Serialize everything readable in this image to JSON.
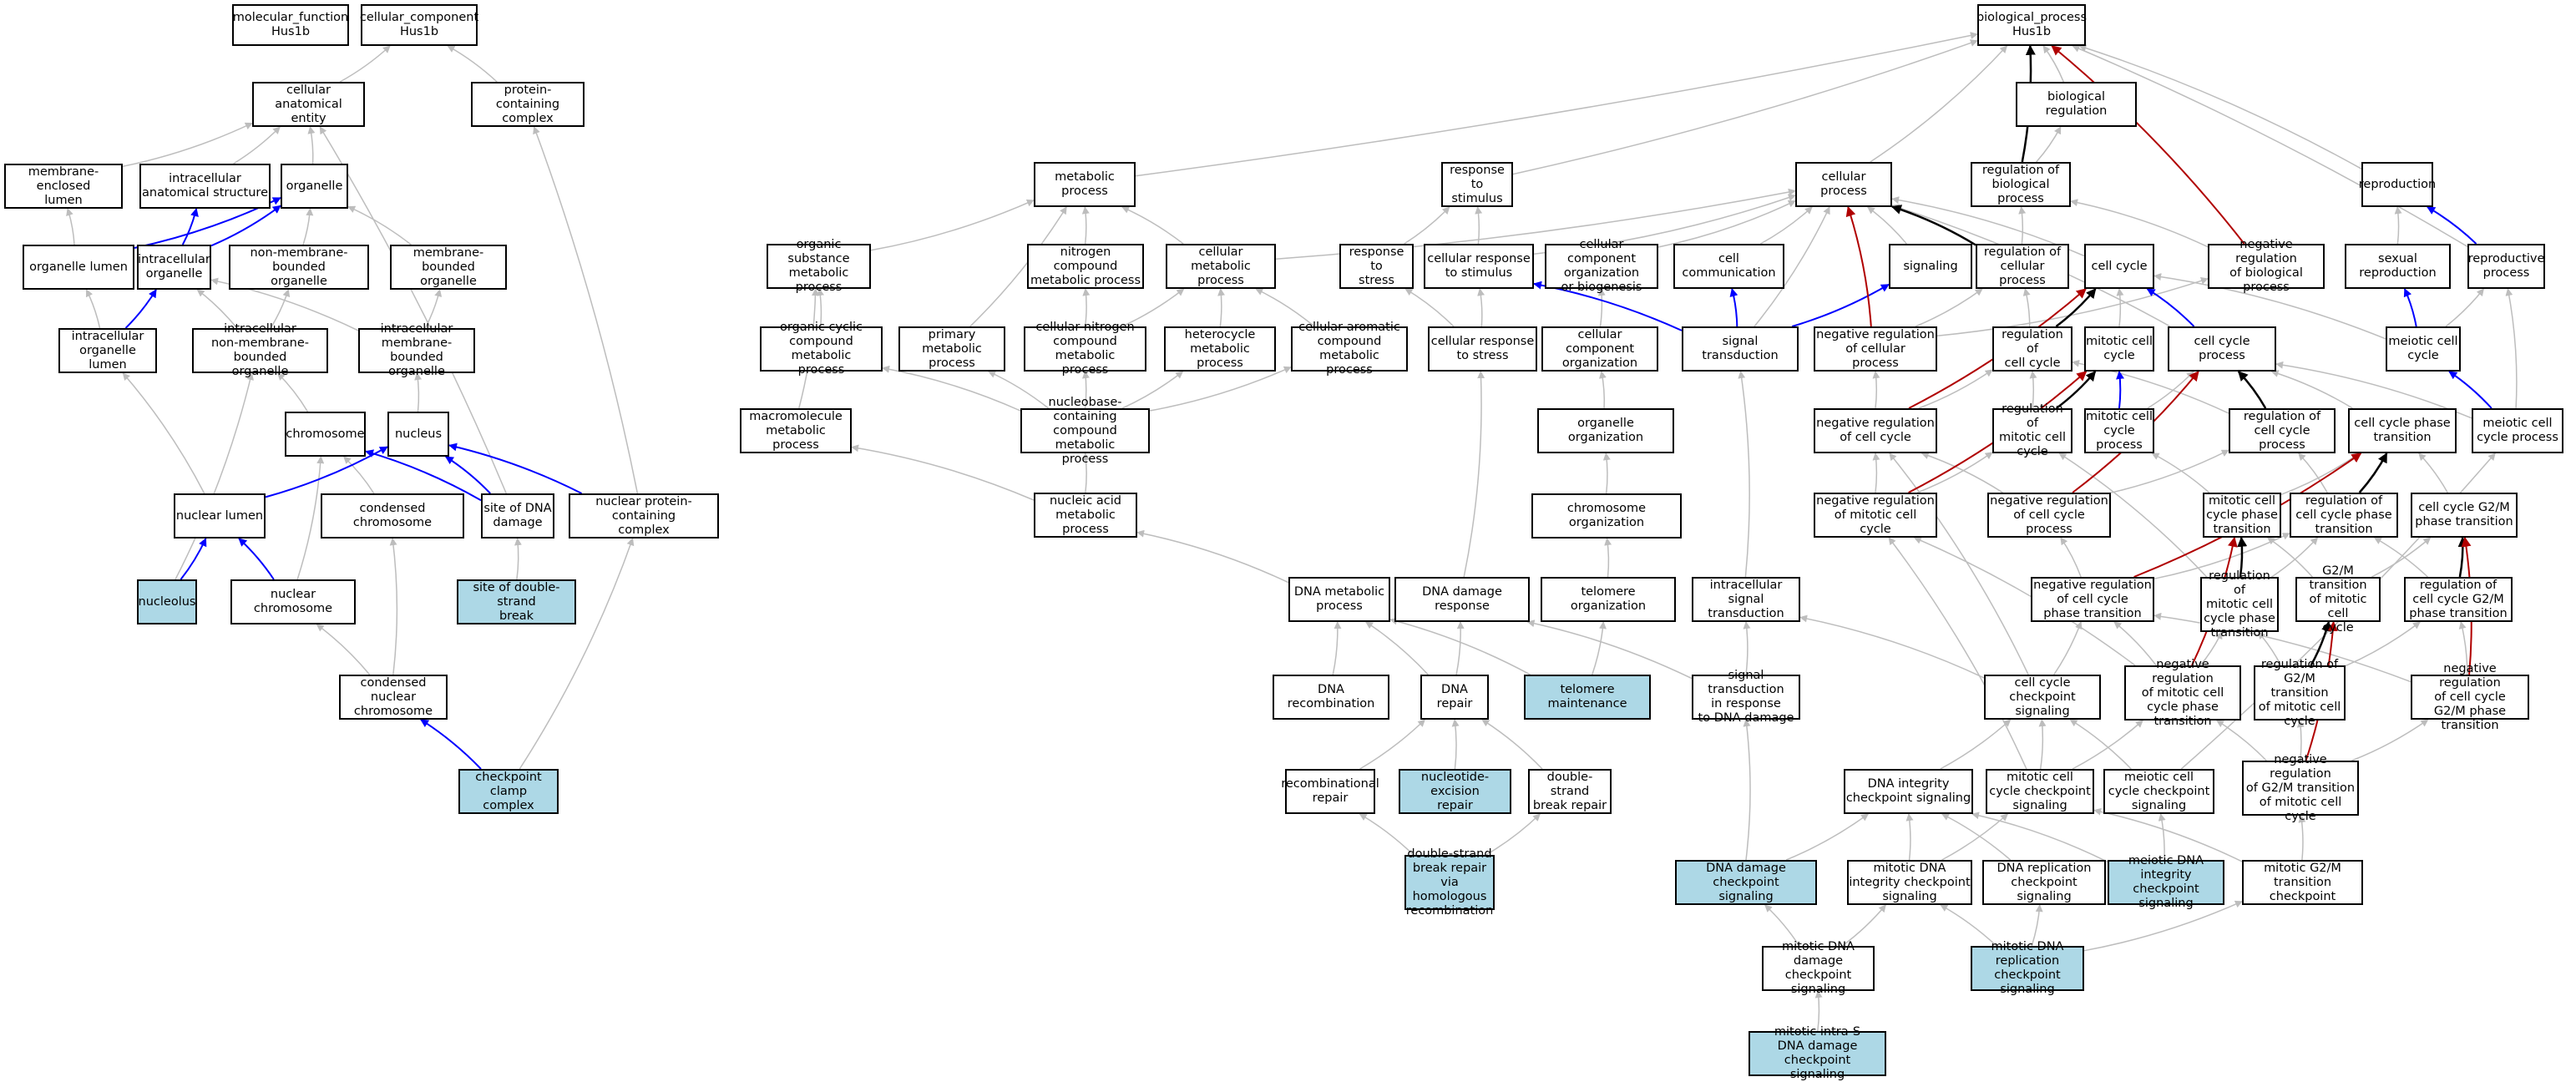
{
  "colors": {
    "plain": "#bdbdbd",
    "is_a": "#bdbdbd",
    "part_of": "#0000ff",
    "regulates": "#000000",
    "negatively_regulates": "#b00000",
    "highlight": "#add8e6"
  },
  "nodes": [
    {
      "id": "mf",
      "label": "molecular_function\nHus1b"
    },
    {
      "id": "cc",
      "label": "cellular_component\nHus1b"
    },
    {
      "id": "bp",
      "label": "biological_process\nHus1b"
    },
    {
      "id": "cae",
      "label": "cellular anatomical\nentity"
    },
    {
      "id": "pcc",
      "label": "protein-containing\ncomplex"
    },
    {
      "id": "mel",
      "label": "membrane-enclosed\nlumen"
    },
    {
      "id": "ias",
      "label": "intracellular\nanatomical structure"
    },
    {
      "id": "org",
      "label": "organelle"
    },
    {
      "id": "ol",
      "label": "organelle lumen"
    },
    {
      "id": "io",
      "label": "intracellular\norganelle"
    },
    {
      "id": "nmbo",
      "label": "non-membrane-bounded\norganelle"
    },
    {
      "id": "mbo",
      "label": "membrane-bounded\norganelle"
    },
    {
      "id": "iol",
      "label": "intracellular\norganelle lumen"
    },
    {
      "id": "inmbo",
      "label": "intracellular\nnon-membrane-bounded\norganelle"
    },
    {
      "id": "imbo",
      "label": "intracellular\nmembrane-bounded\norganelle"
    },
    {
      "id": "chr",
      "label": "chromosome"
    },
    {
      "id": "nuc",
      "label": "nucleus"
    },
    {
      "id": "nl",
      "label": "nuclear lumen"
    },
    {
      "id": "cchr",
      "label": "condensed chromosome"
    },
    {
      "id": "sdd",
      "label": "site of DNA\ndamage"
    },
    {
      "id": "npcc",
      "label": "nuclear protein-containing\ncomplex"
    },
    {
      "id": "nucl",
      "label": "nucleolus",
      "hl": true
    },
    {
      "id": "nchr",
      "label": "nuclear chromosome"
    },
    {
      "id": "sdsb",
      "label": "site of double-strand\nbreak",
      "hl": true
    },
    {
      "id": "cnchr",
      "label": "condensed nuclear\nchromosome"
    },
    {
      "id": "ccc",
      "label": "checkpoint clamp\ncomplex",
      "hl": true
    },
    {
      "id": "mp",
      "label": "metabolic process"
    },
    {
      "id": "osmp",
      "label": "organic substance\nmetabolic process"
    },
    {
      "id": "ncmp",
      "label": "nitrogen compound\nmetabolic process"
    },
    {
      "id": "cmp",
      "label": "cellular metabolic\nprocess"
    },
    {
      "id": "occmp",
      "label": "organic cyclic\ncompound metabolic\nprocess"
    },
    {
      "id": "pmp",
      "label": "primary metabolic\nprocess"
    },
    {
      "id": "cncmp",
      "label": "cellular nitrogen\ncompound metabolic\nprocess"
    },
    {
      "id": "hmp",
      "label": "heterocycle\nmetabolic process"
    },
    {
      "id": "cacmp",
      "label": "cellular aromatic\ncompound metabolic\nprocess"
    },
    {
      "id": "mmp",
      "label": "macromolecule\nmetabolic process"
    },
    {
      "id": "nbcmp",
      "label": "nucleobase-containing\ncompound metabolic\nprocess"
    },
    {
      "id": "namp",
      "label": "nucleic acid\nmetabolic process"
    },
    {
      "id": "dmp",
      "label": "DNA metabolic\nprocess"
    },
    {
      "id": "drec",
      "label": "DNA recombination"
    },
    {
      "id": "drep",
      "label": "DNA repair"
    },
    {
      "id": "rr",
      "label": "recombinational\nrepair"
    },
    {
      "id": "ner",
      "label": "nucleotide-excision\nrepair",
      "hl": true
    },
    {
      "id": "dsbr",
      "label": "double-strand\nbreak repair"
    },
    {
      "id": "dsbrhr",
      "label": "double-strand\nbreak repair\nvia homologous\nrecombination",
      "hl": true
    },
    {
      "id": "rts",
      "label": "response to\nstimulus"
    },
    {
      "id": "rtstr",
      "label": "response to\nstress"
    },
    {
      "id": "crts",
      "label": "cellular response\nto stimulus"
    },
    {
      "id": "crtstr",
      "label": "cellular response\nto stress"
    },
    {
      "id": "ddr",
      "label": "DNA damage response"
    },
    {
      "id": "cp",
      "label": "cellular process"
    },
    {
      "id": "ccob",
      "label": "cellular component\norganization\nor biogenesis"
    },
    {
      "id": "cco",
      "label": "cellular component\norganization"
    },
    {
      "id": "oo",
      "label": "organelle organization"
    },
    {
      "id": "co",
      "label": "chromosome organization"
    },
    {
      "id": "to",
      "label": "telomere organization"
    },
    {
      "id": "tm",
      "label": "telomere maintenance",
      "hl": true
    },
    {
      "id": "ccom",
      "label": "cell communication"
    },
    {
      "id": "st",
      "label": "signal transduction"
    },
    {
      "id": "ist",
      "label": "intracellular\nsignal transduction"
    },
    {
      "id": "stdd",
      "label": "signal transduction\nin response\nto DNA damage"
    },
    {
      "id": "ddcs",
      "label": "DNA damage checkpoint\nsignaling",
      "hl": true
    },
    {
      "id": "br",
      "label": "biological regulation"
    },
    {
      "id": "rbp",
      "label": "regulation of\nbiological process"
    },
    {
      "id": "sig",
      "label": "signaling"
    },
    {
      "id": "rcp",
      "label": "regulation of\ncellular process"
    },
    {
      "id": "nrcp",
      "label": "negative regulation\nof cellular\nprocess"
    },
    {
      "id": "nrbp",
      "label": "negative regulation\nof biological\nprocess"
    },
    {
      "id": "cyc",
      "label": "cell cycle"
    },
    {
      "id": "rcc",
      "label": "regulation of\ncell cycle"
    },
    {
      "id": "mcc",
      "label": "mitotic cell\ncycle"
    },
    {
      "id": "ccp",
      "label": "cell cycle process"
    },
    {
      "id": "nrcc",
      "label": "negative regulation\nof cell cycle"
    },
    {
      "id": "rmcc",
      "label": "regulation of\nmitotic cell\ncycle"
    },
    {
      "id": "mccp",
      "label": "mitotic cell\ncycle process"
    },
    {
      "id": "rccp",
      "label": "regulation of\ncell cycle process"
    },
    {
      "id": "ccpt",
      "label": "cell cycle phase\ntransition"
    },
    {
      "id": "nrmcc",
      "label": "negative regulation\nof mitotic cell\ncycle"
    },
    {
      "id": "nrccp",
      "label": "negative regulation\nof cell cycle\nprocess"
    },
    {
      "id": "mccpt",
      "label": "mitotic cell\ncycle phase\ntransition"
    },
    {
      "id": "rccpt",
      "label": "regulation of\ncell cycle phase\ntransition"
    },
    {
      "id": "ccg2m",
      "label": "cell cycle G2/M\nphase transition"
    },
    {
      "id": "nrccpt",
      "label": "negative regulation\nof cell cycle\nphase transition"
    },
    {
      "id": "rmccpt",
      "label": "regulation of\nmitotic cell\ncycle phase\ntransition"
    },
    {
      "id": "g2mmcc",
      "label": "G2/M transition\nof mitotic cell\ncycle"
    },
    {
      "id": "rccg2m",
      "label": "regulation of\ncell cycle G2/M\nphase transition"
    },
    {
      "id": "cccs",
      "label": "cell cycle checkpoint\nsignaling"
    },
    {
      "id": "nrmccpt",
      "label": "negative regulation\nof mitotic cell\ncycle phase\ntransition"
    },
    {
      "id": "rg2m",
      "label": "regulation of\nG2/M transition\nof mitotic cell\ncycle"
    },
    {
      "id": "nrccg2m",
      "label": "negative regulation\nof cell cycle\nG2/M phase transition"
    },
    {
      "id": "dics",
      "label": "DNA integrity\ncheckpoint signaling"
    },
    {
      "id": "mcccs",
      "label": "mitotic cell\ncycle checkpoint\nsignaling"
    },
    {
      "id": "meiccs",
      "label": "meiotic cell\ncycle checkpoint\nsignaling"
    },
    {
      "id": "nrg2m",
      "label": "negative regulation\nof G2/M transition\nof mitotic cell\ncycle"
    },
    {
      "id": "mdics",
      "label": "mitotic DNA\nintegrity checkpoint\nsignaling"
    },
    {
      "id": "drcs",
      "label": "DNA replication\ncheckpoint signaling"
    },
    {
      "id": "meidics",
      "label": "meiotic DNA\nintegrity checkpoint\nsignaling",
      "hl": true
    },
    {
      "id": "mg2mc",
      "label": "mitotic G2/M\ntransition checkpoint"
    },
    {
      "id": "mddcs",
      "label": "mitotic DNA\ndamage checkpoint\nsignaling"
    },
    {
      "id": "mdrcs",
      "label": "mitotic DNA\nreplication\ncheckpoint signaling",
      "hl": true
    },
    {
      "id": "mis",
      "label": "mitotic intra-S\nDNA damage checkpoint\nsignaling",
      "hl": true
    },
    {
      "id": "repr",
      "label": "reproduction"
    },
    {
      "id": "sr",
      "label": "sexual reproduction"
    },
    {
      "id": "rp",
      "label": "reproductive\nprocess"
    },
    {
      "id": "meicc",
      "label": "meiotic cell\ncycle"
    },
    {
      "id": "meiccp",
      "label": "meiotic cell\ncycle process"
    }
  ],
  "edges": [
    [
      "cae",
      "cc",
      "g"
    ],
    [
      "pcc",
      "cc",
      "g"
    ],
    [
      "mel",
      "cae",
      "g"
    ],
    [
      "ias",
      "cae",
      "g"
    ],
    [
      "org",
      "cae",
      "g"
    ],
    [
      "ol",
      "mel",
      "g"
    ],
    [
      "ol",
      "org",
      "b"
    ],
    [
      "io",
      "ias",
      "b"
    ],
    [
      "io",
      "org",
      "b"
    ],
    [
      "nmbo",
      "org",
      "g"
    ],
    [
      "mbo",
      "org",
      "g"
    ],
    [
      "iol",
      "ol",
      "g"
    ],
    [
      "iol",
      "io",
      "b"
    ],
    [
      "inmbo",
      "io",
      "g"
    ],
    [
      "inmbo",
      "nmbo",
      "g"
    ],
    [
      "imbo",
      "io",
      "g"
    ],
    [
      "imbo",
      "mbo",
      "g"
    ],
    [
      "chr",
      "inmbo",
      "g"
    ],
    [
      "nuc",
      "imbo",
      "g"
    ],
    [
      "nl",
      "iol",
      "g"
    ],
    [
      "nl",
      "nuc",
      "b"
    ],
    [
      "sdd",
      "chr",
      "b"
    ],
    [
      "sdd",
      "nuc",
      "b"
    ],
    [
      "sdd",
      "cae",
      "g"
    ],
    [
      "npcc",
      "nuc",
      "b"
    ],
    [
      "npcc",
      "pcc",
      "g"
    ],
    [
      "cchr",
      "chr",
      "g"
    ],
    [
      "nucl",
      "inmbo",
      "g"
    ],
    [
      "nucl",
      "nl",
      "b"
    ],
    [
      "nchr",
      "chr",
      "g"
    ],
    [
      "nchr",
      "nl",
      "b"
    ],
    [
      "sdsb",
      "sdd",
      "g"
    ],
    [
      "cnchr",
      "cchr",
      "g"
    ],
    [
      "cnchr",
      "nchr",
      "g"
    ],
    [
      "ccc",
      "cnchr",
      "b"
    ],
    [
      "ccc",
      "npcc",
      "g"
    ],
    [
      "mp",
      "bp",
      "g"
    ],
    [
      "osmp",
      "mp",
      "g"
    ],
    [
      "ncmp",
      "mp",
      "g"
    ],
    [
      "cmp",
      "mp",
      "g"
    ],
    [
      "cmp",
      "cp",
      "g"
    ],
    [
      "occmp",
      "osmp",
      "g"
    ],
    [
      "pmp",
      "mp",
      "g"
    ],
    [
      "cncmp",
      "ncmp",
      "g"
    ],
    [
      "cncmp",
      "cmp",
      "g"
    ],
    [
      "hmp",
      "cmp",
      "g"
    ],
    [
      "cacmp",
      "cmp",
      "g"
    ],
    [
      "mmp",
      "osmp",
      "g"
    ],
    [
      "nbcmp",
      "occmp",
      "g"
    ],
    [
      "nbcmp",
      "pmp",
      "g"
    ],
    [
      "nbcmp",
      "cncmp",
      "g"
    ],
    [
      "nbcmp",
      "hmp",
      "g"
    ],
    [
      "nbcmp",
      "cacmp",
      "g"
    ],
    [
      "namp",
      "mmp",
      "g"
    ],
    [
      "namp",
      "nbcmp",
      "g"
    ],
    [
      "dmp",
      "namp",
      "g"
    ],
    [
      "drec",
      "dmp",
      "g"
    ],
    [
      "drep",
      "dmp",
      "g"
    ],
    [
      "drep",
      "ddr",
      "g"
    ],
    [
      "rr",
      "drep",
      "g"
    ],
    [
      "ner",
      "drep",
      "g"
    ],
    [
      "dsbr",
      "drep",
      "g"
    ],
    [
      "dsbrhr",
      "rr",
      "g"
    ],
    [
      "dsbrhr",
      "dsbr",
      "g"
    ],
    [
      "rts",
      "bp",
      "g"
    ],
    [
      "rtstr",
      "rts",
      "g"
    ],
    [
      "crts",
      "rts",
      "g"
    ],
    [
      "crts",
      "cp",
      "g"
    ],
    [
      "crtstr",
      "rtstr",
      "g"
    ],
    [
      "crtstr",
      "crts",
      "g"
    ],
    [
      "ddr",
      "crtstr",
      "g"
    ],
    [
      "cp",
      "bp",
      "g"
    ],
    [
      "ccob",
      "cp",
      "g"
    ],
    [
      "cco",
      "ccob",
      "g"
    ],
    [
      "oo",
      "cco",
      "g"
    ],
    [
      "co",
      "oo",
      "g"
    ],
    [
      "to",
      "co",
      "g"
    ],
    [
      "tm",
      "to",
      "g"
    ],
    [
      "tm",
      "dmp",
      "g"
    ],
    [
      "ccom",
      "cp",
      "g"
    ],
    [
      "st",
      "ccom",
      "b"
    ],
    [
      "st",
      "crts",
      "b"
    ],
    [
      "st",
      "sig",
      "b"
    ],
    [
      "st",
      "cp",
      "g"
    ],
    [
      "ist",
      "st",
      "g"
    ],
    [
      "stdd",
      "ist",
      "g"
    ],
    [
      "stdd",
      "ddr",
      "g"
    ],
    [
      "ddcs",
      "stdd",
      "g"
    ],
    [
      "ddcs",
      "dics",
      "g"
    ],
    [
      "br",
      "bp",
      "g"
    ],
    [
      "rbp",
      "br",
      "g"
    ],
    [
      "rbp",
      "bp",
      "k"
    ],
    [
      "sig",
      "cp",
      "g"
    ],
    [
      "rcp",
      "rbp",
      "g"
    ],
    [
      "rcp",
      "cp",
      "k"
    ],
    [
      "nrcp",
      "rcp",
      "g"
    ],
    [
      "nrcp",
      "nrbp",
      "g"
    ],
    [
      "nrcp",
      "cp",
      "r"
    ],
    [
      "nrbp",
      "rbp",
      "g"
    ],
    [
      "nrbp",
      "bp",
      "r"
    ],
    [
      "cyc",
      "cp",
      "g"
    ],
    [
      "rcc",
      "rcp",
      "g"
    ],
    [
      "rcc",
      "cyc",
      "k"
    ],
    [
      "mcc",
      "cyc",
      "g"
    ],
    [
      "ccp",
      "cp",
      "g"
    ],
    [
      "ccp",
      "cyc",
      "b"
    ],
    [
      "nrcc",
      "rcc",
      "g"
    ],
    [
      "nrcc",
      "nrcp",
      "g"
    ],
    [
      "nrcc",
      "cyc",
      "r"
    ],
    [
      "rmcc",
      "rcc",
      "g"
    ],
    [
      "rmcc",
      "mcc",
      "k"
    ],
    [
      "mccp",
      "mcc",
      "b"
    ],
    [
      "mccp",
      "ccp",
      "g"
    ],
    [
      "rccp",
      "rcc",
      "g"
    ],
    [
      "rccp",
      "ccp",
      "k"
    ],
    [
      "ccpt",
      "ccp",
      "g"
    ],
    [
      "nrmcc",
      "nrcc",
      "g"
    ],
    [
      "nrmcc",
      "rmcc",
      "g"
    ],
    [
      "nrmcc",
      "mcc",
      "r"
    ],
    [
      "nrccp",
      "rccp",
      "g"
    ],
    [
      "nrccp",
      "nrcc",
      "g"
    ],
    [
      "nrccp",
      "ccp",
      "r"
    ],
    [
      "mccpt",
      "mccp",
      "g"
    ],
    [
      "mccpt",
      "ccpt",
      "g"
    ],
    [
      "rccpt",
      "rccp",
      "g"
    ],
    [
      "rccpt",
      "ccpt",
      "k"
    ],
    [
      "ccg2m",
      "ccpt",
      "g"
    ],
    [
      "nrccpt",
      "rccpt",
      "g"
    ],
    [
      "nrccpt",
      "nrccp",
      "g"
    ],
    [
      "nrccpt",
      "ccpt",
      "r"
    ],
    [
      "rmccpt",
      "rmcc",
      "g"
    ],
    [
      "rmccpt",
      "rccpt",
      "g"
    ],
    [
      "rmccpt",
      "mccpt",
      "k"
    ],
    [
      "g2mmcc",
      "mccpt",
      "g"
    ],
    [
      "g2mmcc",
      "ccg2m",
      "g"
    ],
    [
      "rccg2m",
      "rccpt",
      "g"
    ],
    [
      "rccg2m",
      "ccg2m",
      "k"
    ],
    [
      "cccs",
      "ist",
      "g"
    ],
    [
      "cccs",
      "nrccpt",
      "g"
    ],
    [
      "cccs",
      "nrcc",
      "g"
    ],
    [
      "nrmccpt",
      "rmccpt",
      "g"
    ],
    [
      "nrmccpt",
      "nrccpt",
      "g"
    ],
    [
      "nrmccpt",
      "nrmcc",
      "g"
    ],
    [
      "nrmccpt",
      "mccpt",
      "r"
    ],
    [
      "rg2m",
      "rmccpt",
      "g"
    ],
    [
      "rg2m",
      "rccg2m",
      "g"
    ],
    [
      "rg2m",
      "g2mmcc",
      "k"
    ],
    [
      "nrccg2m",
      "rccg2m",
      "g"
    ],
    [
      "nrccg2m",
      "nrccpt",
      "g"
    ],
    [
      "nrccg2m",
      "ccg2m",
      "r"
    ],
    [
      "dics",
      "cccs",
      "g"
    ],
    [
      "mcccs",
      "cccs",
      "g"
    ],
    [
      "mcccs",
      "nrmccpt",
      "g"
    ],
    [
      "mcccs",
      "nrmcc",
      "g"
    ],
    [
      "meiccs",
      "cccs",
      "g"
    ],
    [
      "meiccs",
      "meiccp",
      "g"
    ],
    [
      "nrg2m",
      "rg2m",
      "g"
    ],
    [
      "nrg2m",
      "nrmccpt",
      "g"
    ],
    [
      "nrg2m",
      "nrccg2m",
      "g"
    ],
    [
      "nrg2m",
      "g2mmcc",
      "r"
    ],
    [
      "mdics",
      "dics",
      "g"
    ],
    [
      "mdics",
      "mcccs",
      "g"
    ],
    [
      "drcs",
      "dics",
      "g"
    ],
    [
      "meidics",
      "dics",
      "g"
    ],
    [
      "meidics",
      "meiccs",
      "g"
    ],
    [
      "mg2mc",
      "mcccs",
      "g"
    ],
    [
      "mg2mc",
      "nrg2m",
      "g"
    ],
    [
      "mddcs",
      "mdics",
      "g"
    ],
    [
      "mddcs",
      "ddcs",
      "g"
    ],
    [
      "mdrcs",
      "mdics",
      "g"
    ],
    [
      "mdrcs",
      "drcs",
      "g"
    ],
    [
      "mdrcs",
      "mg2mc",
      "g"
    ],
    [
      "mis",
      "mddcs",
      "g"
    ],
    [
      "repr",
      "bp",
      "g"
    ],
    [
      "sr",
      "repr",
      "g"
    ],
    [
      "rp",
      "repr",
      "b"
    ],
    [
      "rp",
      "bp",
      "g"
    ],
    [
      "meicc",
      "sr",
      "b"
    ],
    [
      "meicc",
      "cyc",
      "g"
    ],
    [
      "meicc",
      "rp",
      "g"
    ],
    [
      "meiccp",
      "meicc",
      "b"
    ],
    [
      "meiccp",
      "ccp",
      "g"
    ],
    [
      "meiccp",
      "rp",
      "g"
    ]
  ]
}
